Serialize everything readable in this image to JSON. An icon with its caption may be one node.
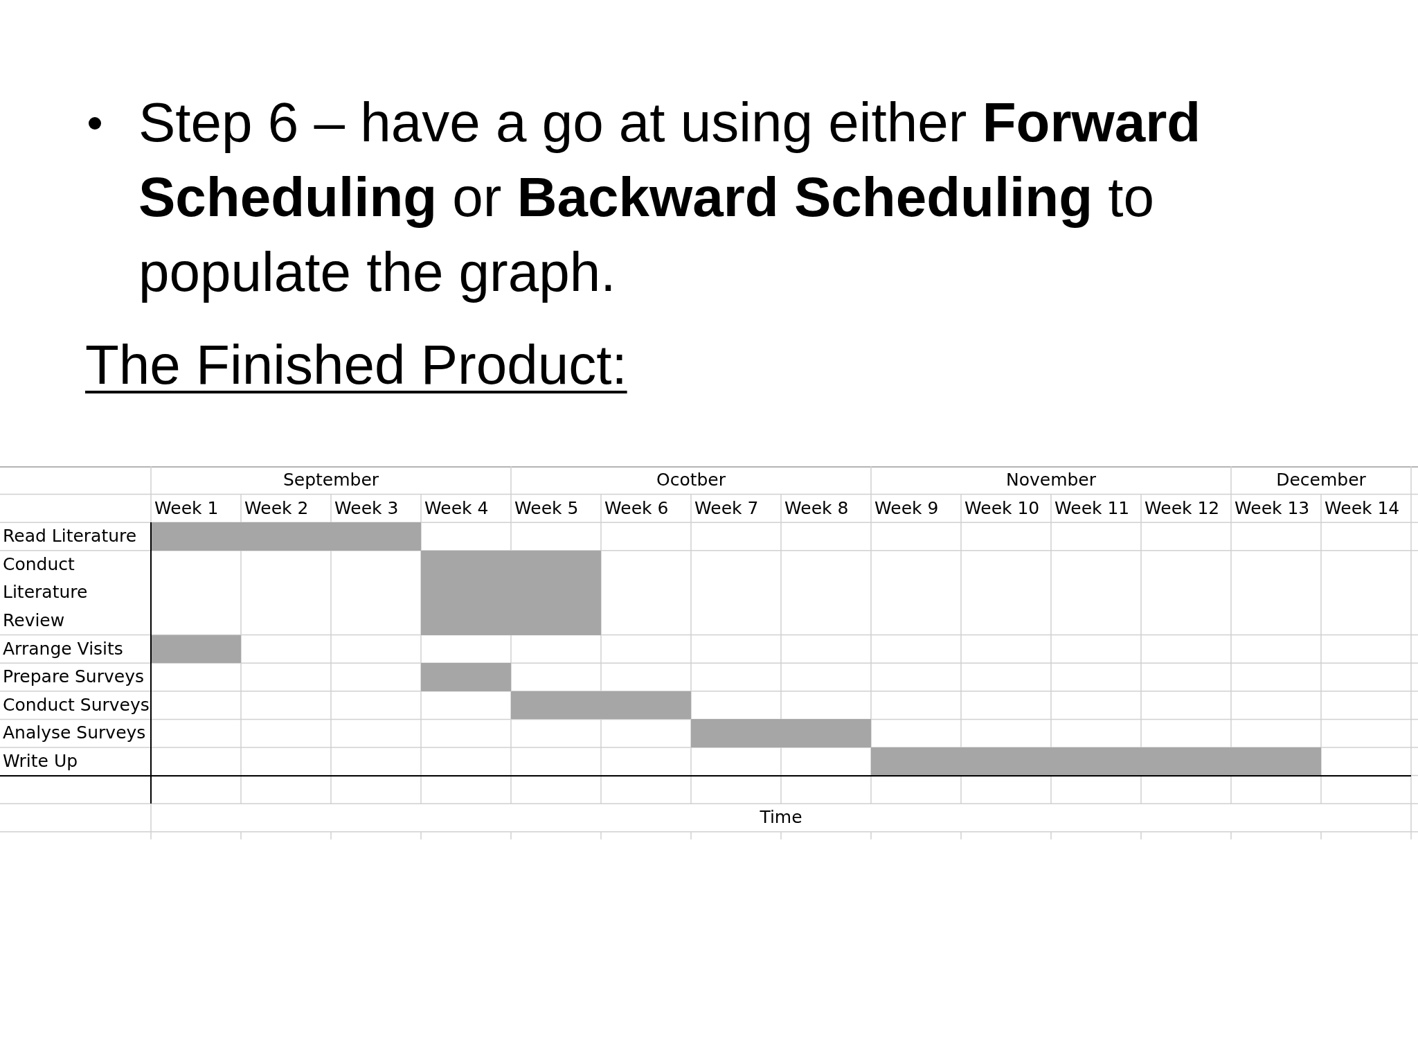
{
  "diagram": {
    "nodes": [
      {
        "text": [],
        "shape": "bar"
      },
      {
        "text": [],
        "shape": "bar"
      },
      {
        "text": [],
        "shape": "bar"
      },
      {
        "text": [],
        "shape": "bar"
      },
      {
        "text": [],
        "shape": "bar"
      },
      {
        "text": [],
        "shape": "bar"
      },
      {
        "text": [],
        "shape": "bar"
      }
    ],
    "labels": [
      "Step 6 – have a go at using either **Forward Scheduling** or **Backward Scheduling** to populate the graph.",
      "The Finished Product:",
      "September",
      "Ocotber",
      "November",
      "December",
      "Week 1",
      "Week 2",
      "Week 3",
      "Week 4",
      "Week 5",
      "Week 6",
      "Week 7",
      "Week 8",
      "Week 9",
      "Week 10",
      "Week 11",
      "Week 12",
      "Week 13",
      "Week 14",
      "Read Literature",
      "Conduct Literature Review",
      "Arrange Visits",
      "Prepare Surveys",
      "Conduct Surveys",
      "Analyse Surveys",
      "Write Up",
      "Time"
    ]
  }
}
